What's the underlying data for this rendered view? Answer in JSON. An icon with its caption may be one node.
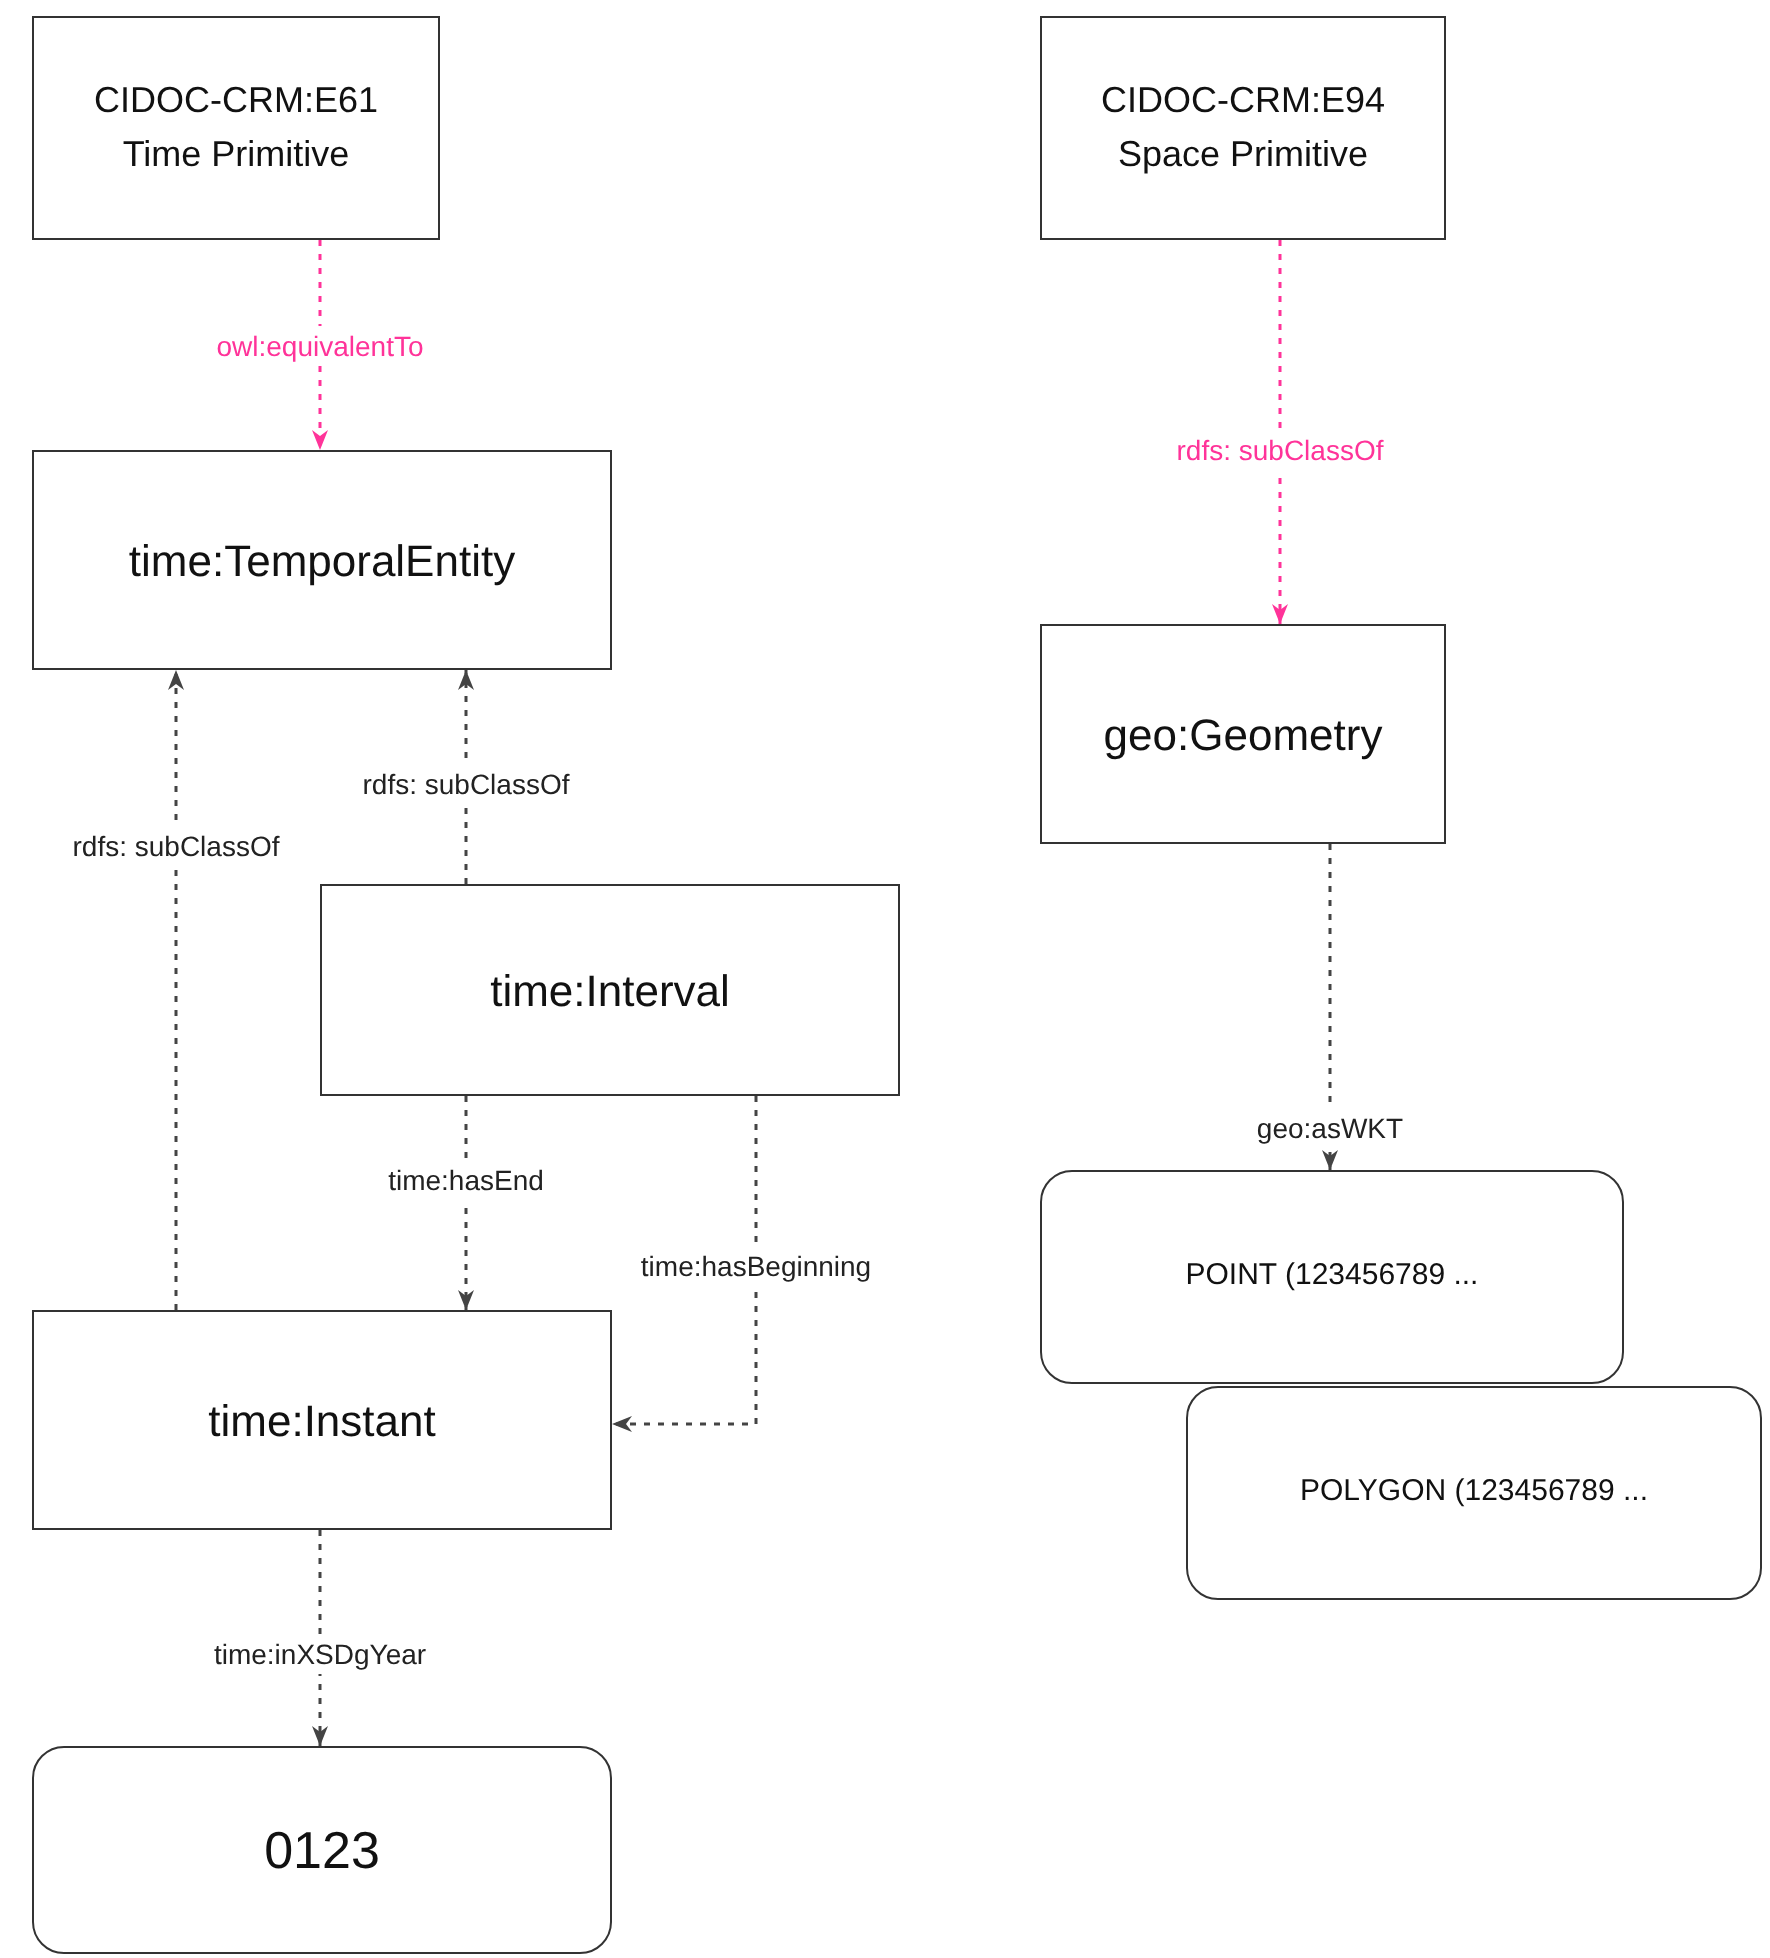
{
  "diagram": {
    "nodes": [
      {
        "text": [
          "CIDOC-CRM:E61 Time Primitive"
        ]
      },
      {
        "text": [
          "CIDOC-CRM:E94 Space Primitive"
        ]
      },
      {
        "text": [
          "time:TemporalEntity"
        ]
      },
      {
        "text": [
          "geo:Geometry"
        ]
      },
      {
        "text": [
          "time:Interval"
        ]
      },
      {
        "text": [
          "time:Instant"
        ]
      },
      {
        "text": [
          "POINT (123456789 ..."
        ]
      },
      {
        "text": [
          "POLYGON (123456789 ..."
        ]
      },
      {
        "text": [
          "0123"
        ]
      }
    ],
    "edges": [
      {
        "from": 0,
        "to": 2,
        "arrow": "to",
        "label": "owl:equivalentTo",
        "color": "#ff3399"
      },
      {
        "from": 1,
        "to": 3,
        "arrow": "to",
        "label": "rdfs: subClassOf",
        "color": "#ff3399"
      },
      {
        "from": 5,
        "to": 2,
        "arrow": "to",
        "label": "rdfs: subClassOf"
      },
      {
        "from": 4,
        "to": 2,
        "arrow": "to",
        "label": "rdfs: subClassOf"
      },
      {
        "from": 4,
        "to": 5,
        "arrow": "to",
        "label": "time:hasEnd"
      },
      {
        "from": 4,
        "to": 5,
        "arrow": "to",
        "label": "time:hasBeginning"
      },
      {
        "from": 3,
        "to": 6,
        "arrow": "to",
        "label": "geo:asWKT"
      },
      {
        "from": 5,
        "to": 8,
        "arrow": "to",
        "label": "time:inXSDgYear"
      }
    ]
  }
}
